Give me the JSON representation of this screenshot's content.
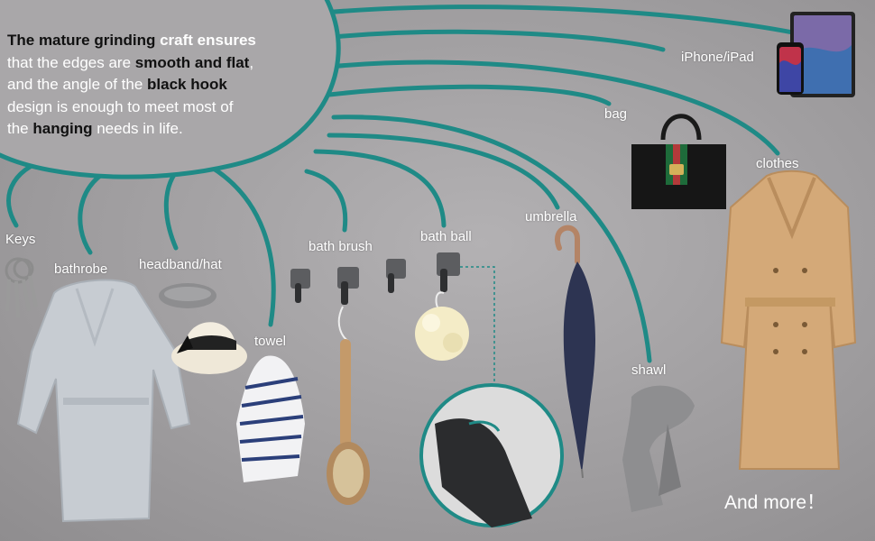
{
  "intro": {
    "s1": "The mature grinding",
    "s2": "craft ensures",
    "s3": "that the edges are",
    "s4": "smooth and flat",
    "s5": ",",
    "s6": "and the angle of the",
    "s7": "black hook",
    "s8": "design is enough to meet most of",
    "s9": "the",
    "s10": "hanging",
    "s11": "needs in life."
  },
  "labels": {
    "keys": "Keys",
    "bathrobe": "bathrobe",
    "headband_hat": "headband/hat",
    "towel": "towel",
    "bath_brush": "bath brush",
    "bath_ball": "bath ball",
    "umbrella": "umbrella",
    "bag": "bag",
    "iphone_ipad": "iPhone/iPad",
    "clothes": "clothes",
    "shawl": "shawl"
  },
  "footer": {
    "and_more": "And more！"
  },
  "colors": {
    "teal": "#1f8a86",
    "bubble": "#a8a6a8",
    "background": "#a3a1a3"
  },
  "icons": [
    "keys-icon",
    "bathrobe-icon",
    "headband-icon",
    "hat-icon",
    "towel-icon",
    "bath-brush-icon",
    "bath-ball-icon",
    "hook-icon",
    "umbrella-icon",
    "bag-icon",
    "phone-icon",
    "tablet-icon",
    "coat-icon",
    "scarf-icon",
    "hook-closeup-icon"
  ]
}
